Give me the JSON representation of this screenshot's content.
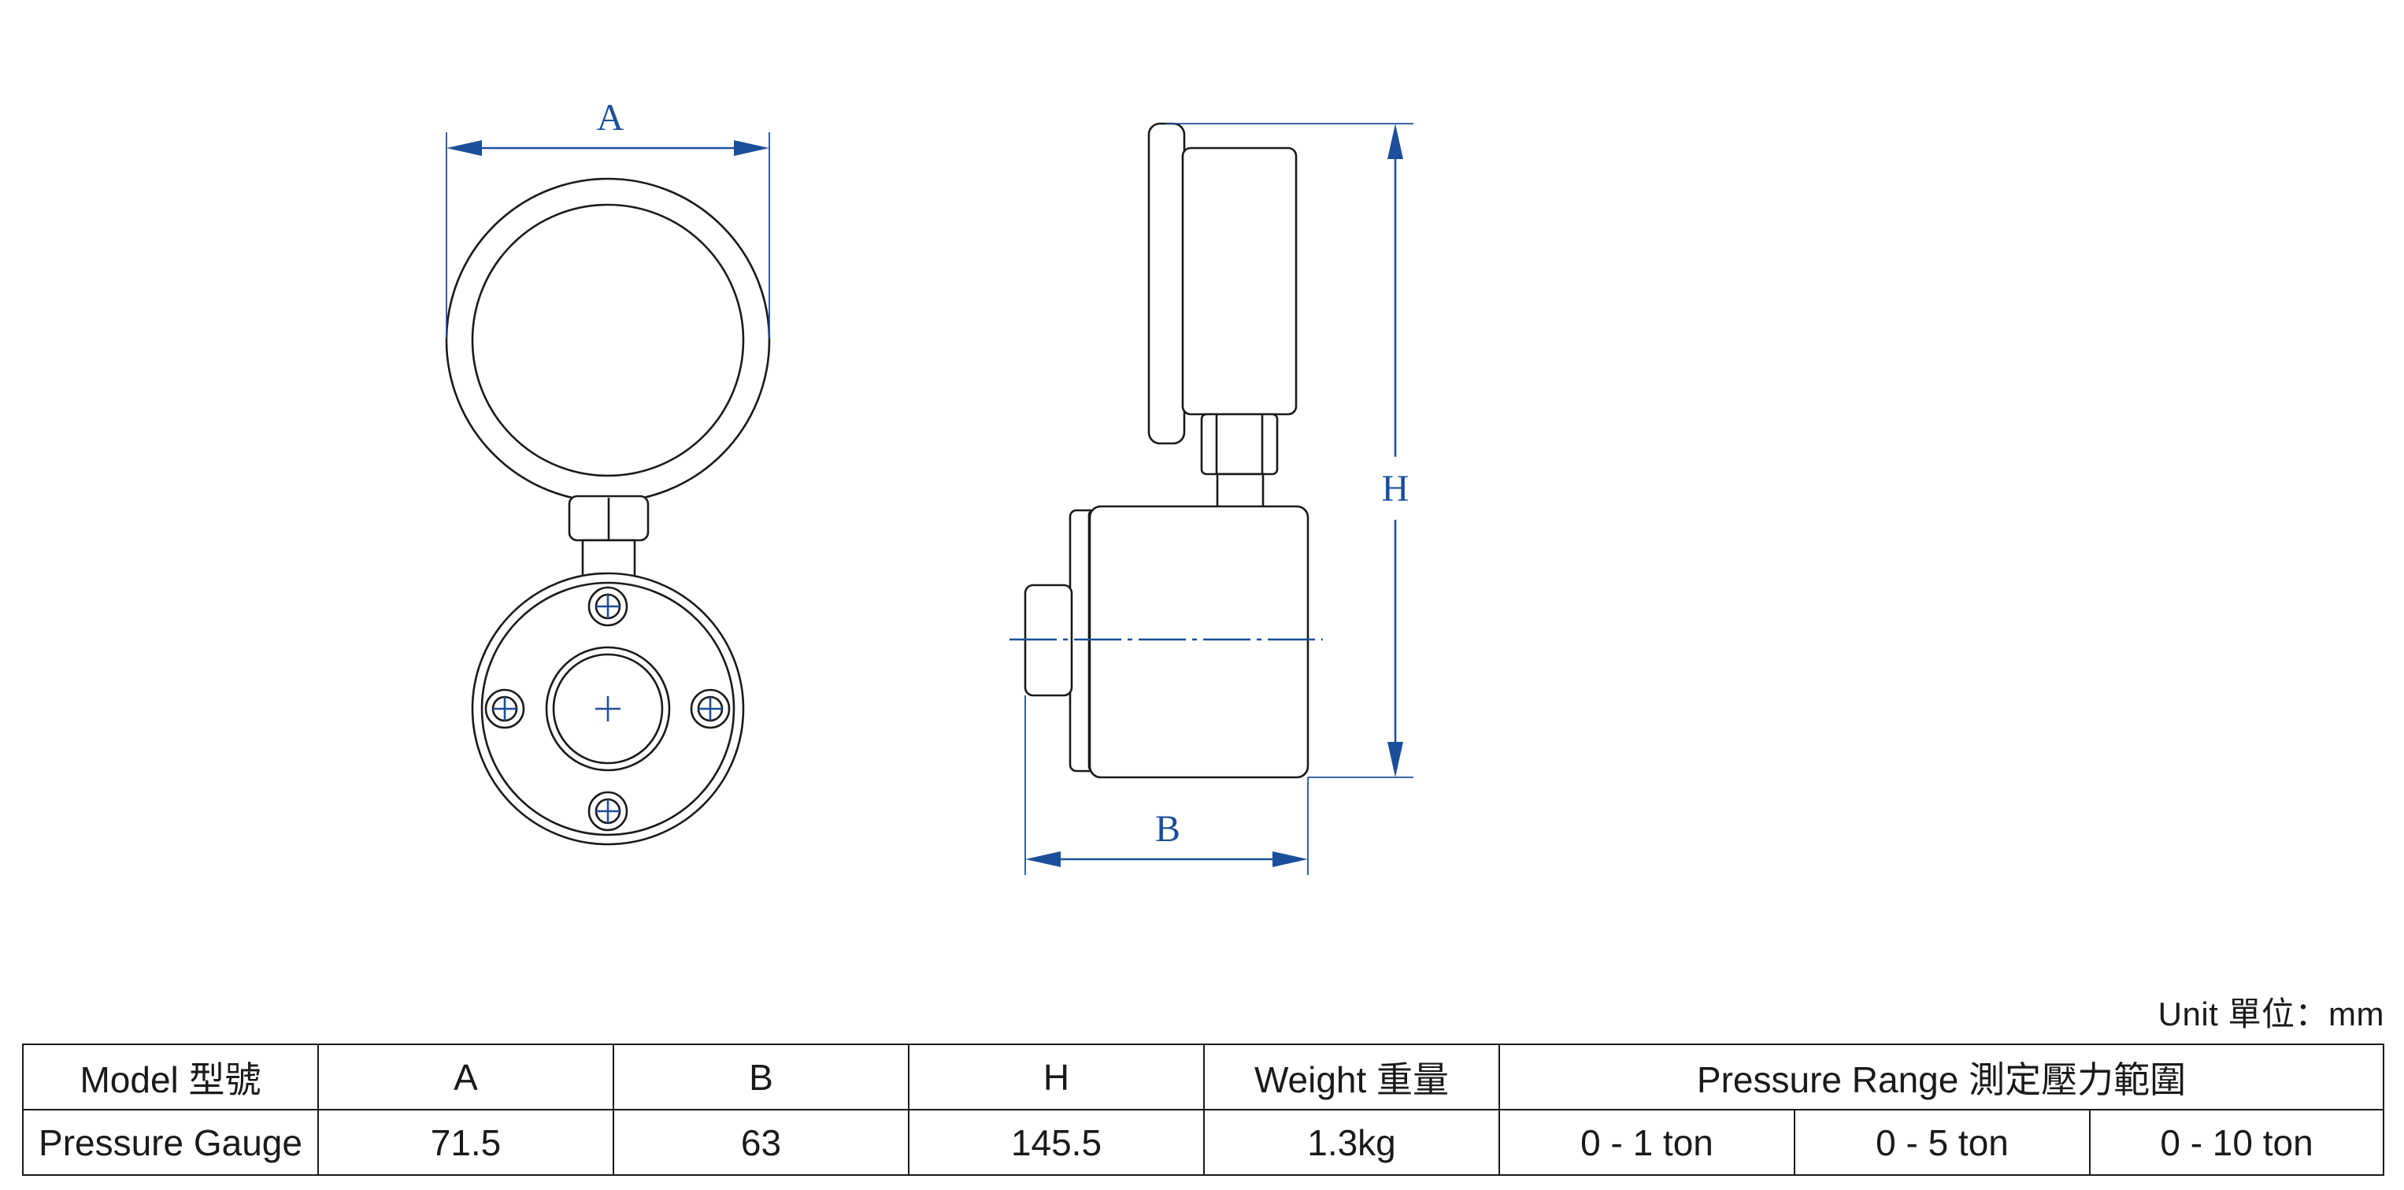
{
  "drawing": {
    "dimension_labels": {
      "a": "A",
      "b": "B",
      "h": "H"
    },
    "line_color": "#1a1a1a",
    "dimension_color": "#1c4f9a"
  },
  "unit_note": "Unit 單位：mm",
  "table": {
    "header": {
      "model": "Model 型號",
      "a": "A",
      "b": "B",
      "h": "H",
      "weight": "Weight 重量",
      "pressure_range": "Pressure Range  測定壓力範圍"
    },
    "row": {
      "model": "Pressure Gauge",
      "a": "71.5",
      "b": "63",
      "h": "145.5",
      "weight": "1.3kg",
      "ranges": [
        "0 - 1 ton",
        "0 - 5 ton",
        "0 - 10 ton"
      ]
    }
  }
}
